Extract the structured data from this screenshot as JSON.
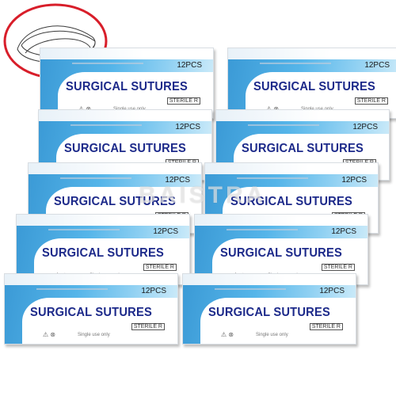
{
  "product": {
    "quantity_label": "12PCS",
    "name": "SURGICAL SUTURES",
    "sterile_label": "STERILE R",
    "single_use_text": "Single use only"
  },
  "watermark": "BAISTRA",
  "box_count": 10,
  "colors": {
    "brand_blue": "#1d2a8a",
    "band_blue": "#3b9ad6",
    "light_blue": "#d4eefa",
    "inset_ring": "#d81e2a"
  }
}
